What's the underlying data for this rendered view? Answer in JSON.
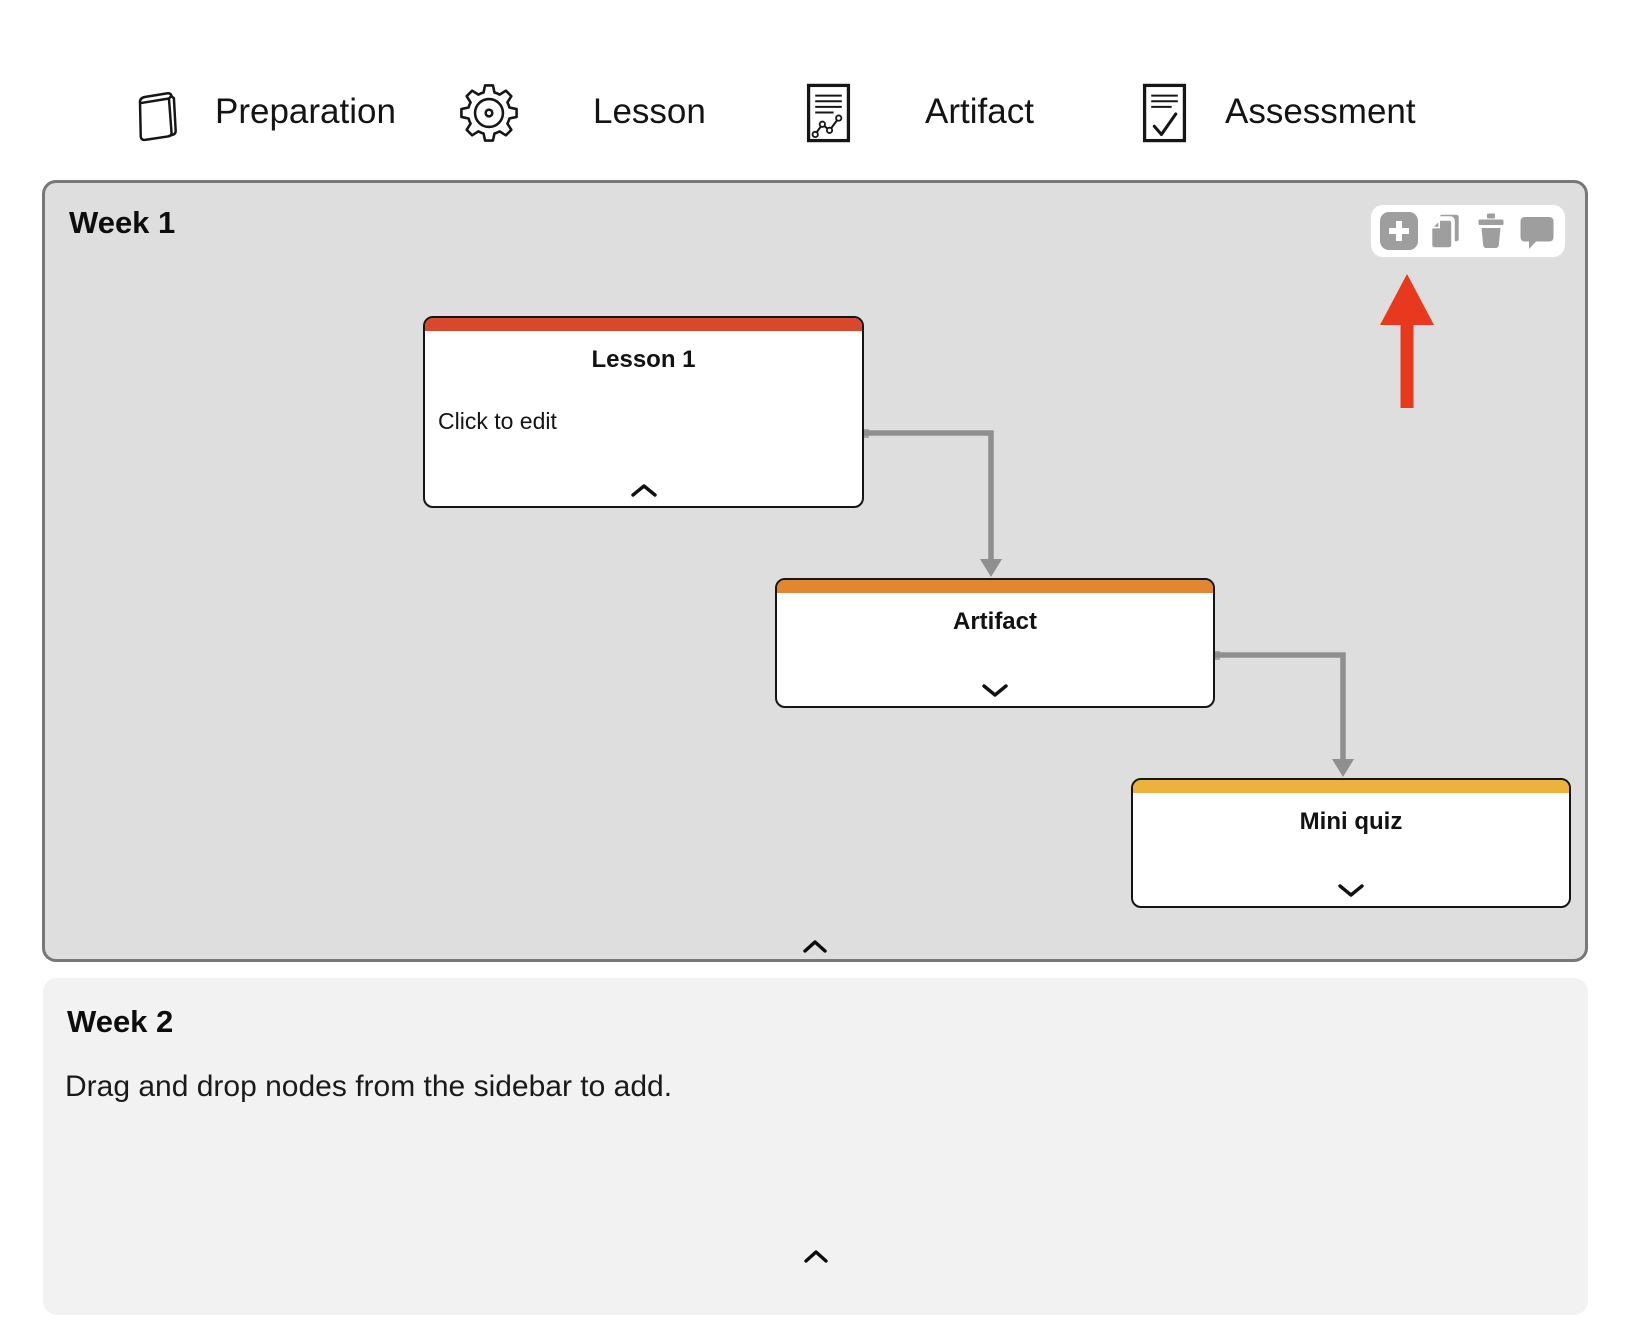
{
  "legend": {
    "items": [
      {
        "id": "preparation",
        "label": "Preparation",
        "icon": "book-icon"
      },
      {
        "id": "lesson",
        "label": "Lesson",
        "icon": "gear-icon"
      },
      {
        "id": "artifact",
        "label": "Artifact",
        "icon": "document-chart-icon"
      },
      {
        "id": "assessment",
        "label": "Assessment",
        "icon": "document-check-icon"
      }
    ]
  },
  "week1": {
    "title": "Week 1",
    "toolbar": {
      "buttons": [
        {
          "name": "add",
          "icon": "plus-icon"
        },
        {
          "name": "duplicate",
          "icon": "copy-icon"
        },
        {
          "name": "delete",
          "icon": "trash-icon"
        },
        {
          "name": "comment",
          "icon": "speech-bubble-icon"
        }
      ]
    },
    "nodes": [
      {
        "title": "Lesson 1",
        "body": "Click to edit",
        "accent": "#D9482C",
        "chevron": "up"
      },
      {
        "title": "Artifact",
        "accent": "#E2862F",
        "chevron": "down"
      },
      {
        "title": "Mini quiz",
        "accent": "#EDB23C",
        "chevron": "down"
      }
    ]
  },
  "week2": {
    "title": "Week 2",
    "hint": "Drag and drop nodes from the sidebar to add."
  },
  "colors": {
    "week1_bg": "#DEDEDE",
    "week1_border": "#787878",
    "week2_bg": "#F2F2F2",
    "node_border": "#151515",
    "lesson_accent": "#D9482C",
    "artifact_accent": "#E2862F",
    "quiz_accent": "#EDB23C",
    "connector": "#8F8F8F",
    "toolbar_icon": "#9E9E9E",
    "pointer_arrow": "#E8391E"
  }
}
